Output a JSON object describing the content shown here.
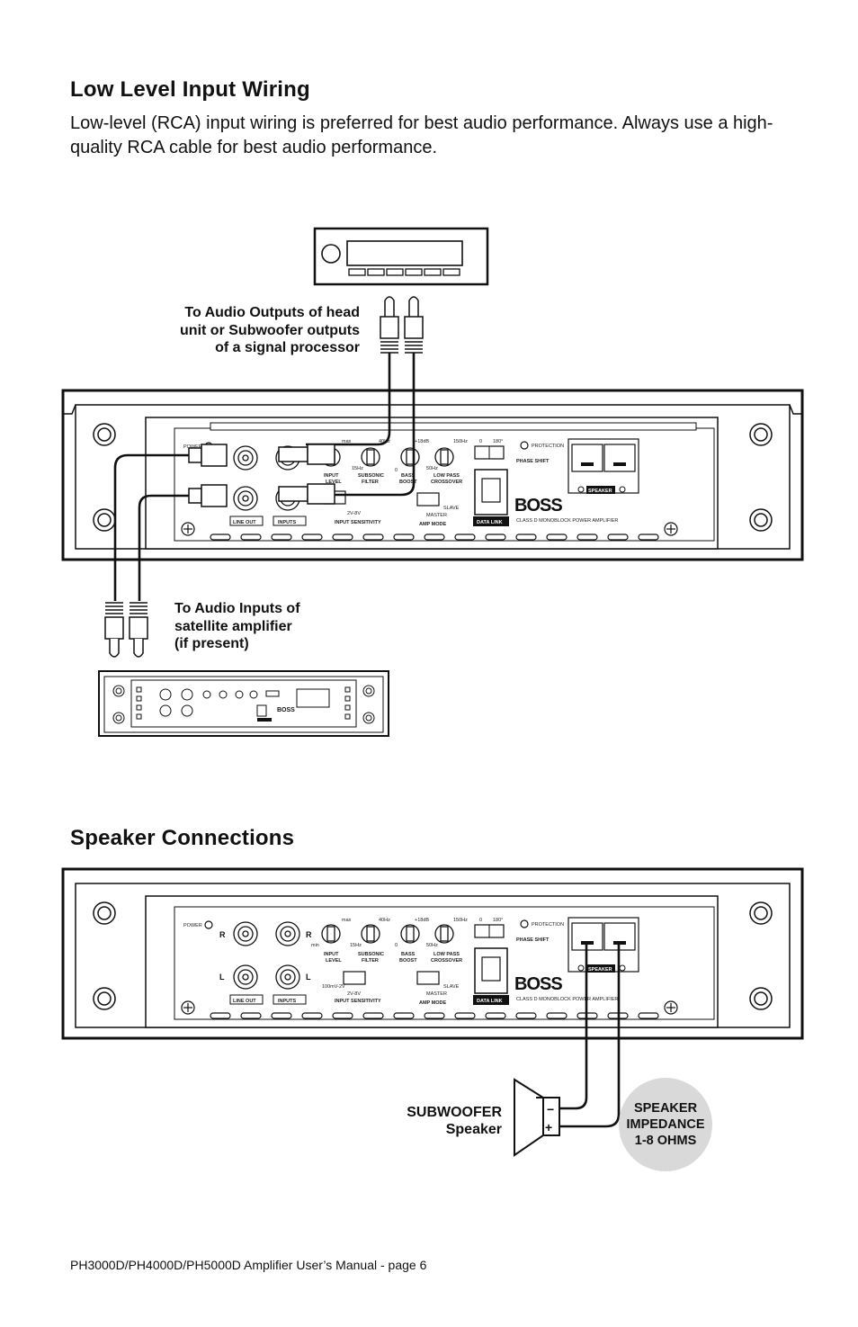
{
  "low_level": {
    "title": "Low Level Input Wiring",
    "description": "Low-level (RCA) input wiring is preferred for best audio performance. Always use a high-quality RCA cable for best audio performance.",
    "callout_head_unit": [
      "To Audio Outputs of head",
      "unit or Subwoofer outputs",
      "of a signal processor"
    ],
    "callout_satellite": [
      "To Audio Inputs of",
      "satellite amplifier",
      "(if present)"
    ]
  },
  "speaker": {
    "title": "Speaker Connections",
    "subwoofer_label": [
      "SUBWOOFER",
      "Speaker"
    ],
    "impedance_label": [
      "SPEAKER",
      "IMPEDANCE",
      "1-8 OHMS"
    ]
  },
  "amplifier_panel": {
    "power": "POWER",
    "max": "max",
    "min": "min",
    "hz40": "40Hz",
    "db18": "+18dB",
    "hz150": "150Hz",
    "zero": "0",
    "deg180": "180°",
    "hz15": "15Hz",
    "hz50": "50Hz",
    "input_level": [
      "INPUT",
      "LEVEL"
    ],
    "subsonic_filter": [
      "SUBSONIC",
      "FILTER"
    ],
    "bass_boost": [
      "BASS",
      "BOOST"
    ],
    "low_pass_crossover": [
      "LOW PASS",
      "CROSSOVER"
    ],
    "protection": "PROTECTION",
    "phase_shift": "PHASE SHIFT",
    "speaker": "SPEAKER",
    "slave": "SLAVE",
    "master": "MASTER",
    "v28": "2V-8V",
    "mv100": "100mV-2V",
    "input_sensitivity": "INPUT SENSITIVITY",
    "amp_mode": "AMP MODE",
    "data_link": "DATA LINK",
    "brand": "BOSS",
    "class_d": "CLASS D MONOBLOCK POWER AMPLIFIER",
    "line_out": "LINE OUT",
    "inputs": "INPUTS",
    "r": "R",
    "l": "L"
  },
  "footer": "PH3000D/PH4000D/PH5000D Amplifier User’s Manual - page 6"
}
